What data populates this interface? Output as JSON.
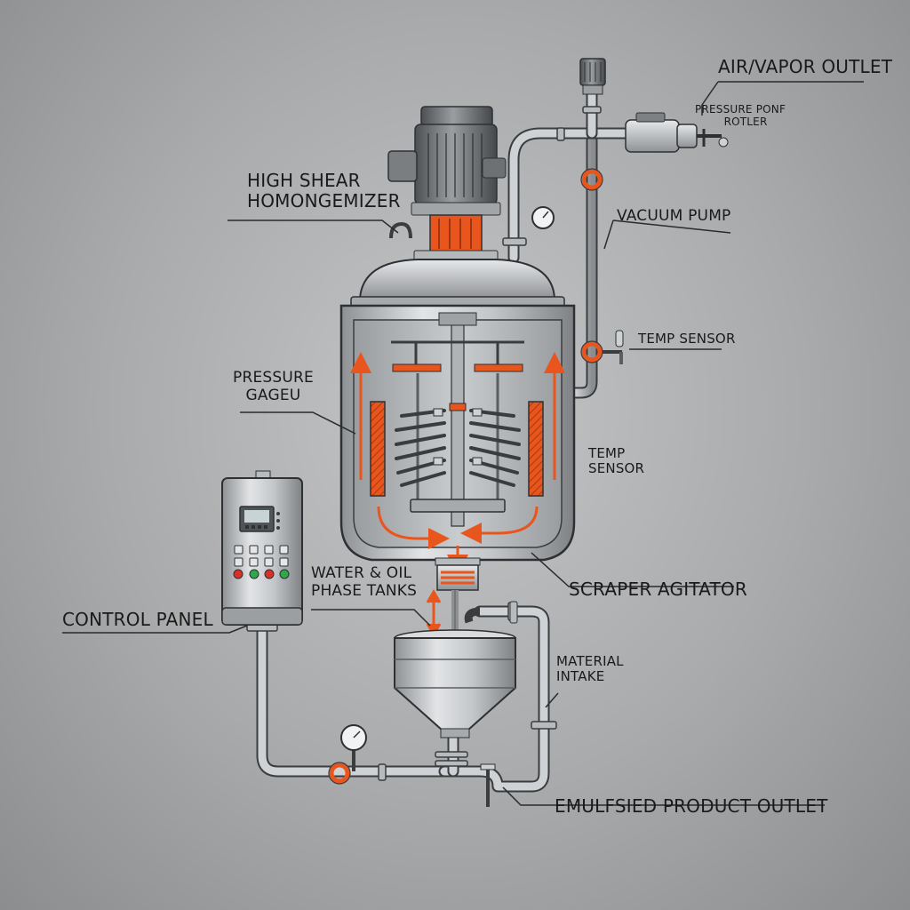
{
  "labels": {
    "high_shear": [
      "HIGH SHEAR",
      "HOMONGEMIZER"
    ],
    "air_vapor_outlet": "AIR/VAPOR OUTLET",
    "pressure_pump_rotler": [
      "PRESSURE PONF",
      "ROTLER"
    ],
    "vacuum_pump": "VACUUM PUMP",
    "temp_sensor_top": "TEMP SENSOR",
    "pressure_gauge": [
      "PRESSURE",
      "GAGEU"
    ],
    "temp_sensor_mid": [
      "TEMP",
      "SENSOR"
    ],
    "water_oil_tanks": [
      "WATER & OIL",
      "PHASE TANKS"
    ],
    "scraper_agitator": "SCRAPER AGITATOR",
    "control_panel": "CONTROL PANEL",
    "material_intake": [
      "MATERIAL",
      "INTAKE"
    ],
    "product_outlet": "EMULFSIED PRODUCT OUTLET"
  },
  "colors": {
    "accent_orange": "#e8561e",
    "steel": "#b9bcbf",
    "steel_dark": "#5b5e61",
    "outline": "#3a3c3e",
    "led_red": "#d9302a",
    "led_green": "#2ea84a"
  }
}
